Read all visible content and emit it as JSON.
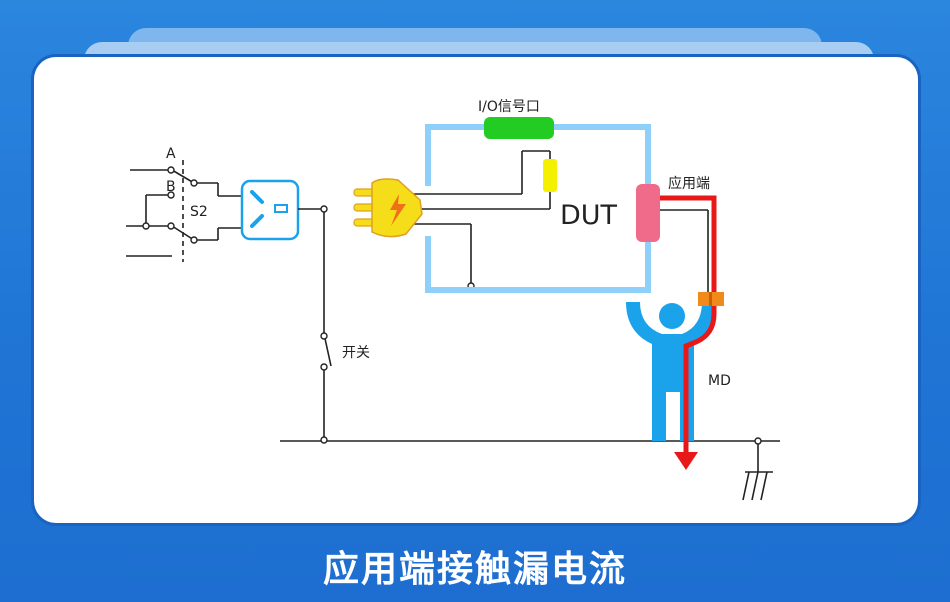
{
  "labels": {
    "A": "A",
    "B": "B",
    "S2": "S2",
    "io_port": "I/O信号口",
    "dut": "DUT",
    "application_end": "应用端",
    "switch": "开关",
    "md": "MD"
  },
  "caption": "应用端接触漏电流",
  "colors": {
    "background": "#2079d6",
    "wire": "#222222",
    "dut_frame": "#8fd0fb",
    "io_port": "#22cc22",
    "signal_block": "#f5f000",
    "app_connector": "#f06a8a",
    "leak_path": "#e81818",
    "md_block": "#f08a1a",
    "person": "#1aa3ea",
    "plug": "#f5dd1a",
    "socket": "#1aa3ea"
  },
  "icons": [
    "plug-icon",
    "socket-icon",
    "person-icon",
    "ground-symbol-icon"
  ]
}
